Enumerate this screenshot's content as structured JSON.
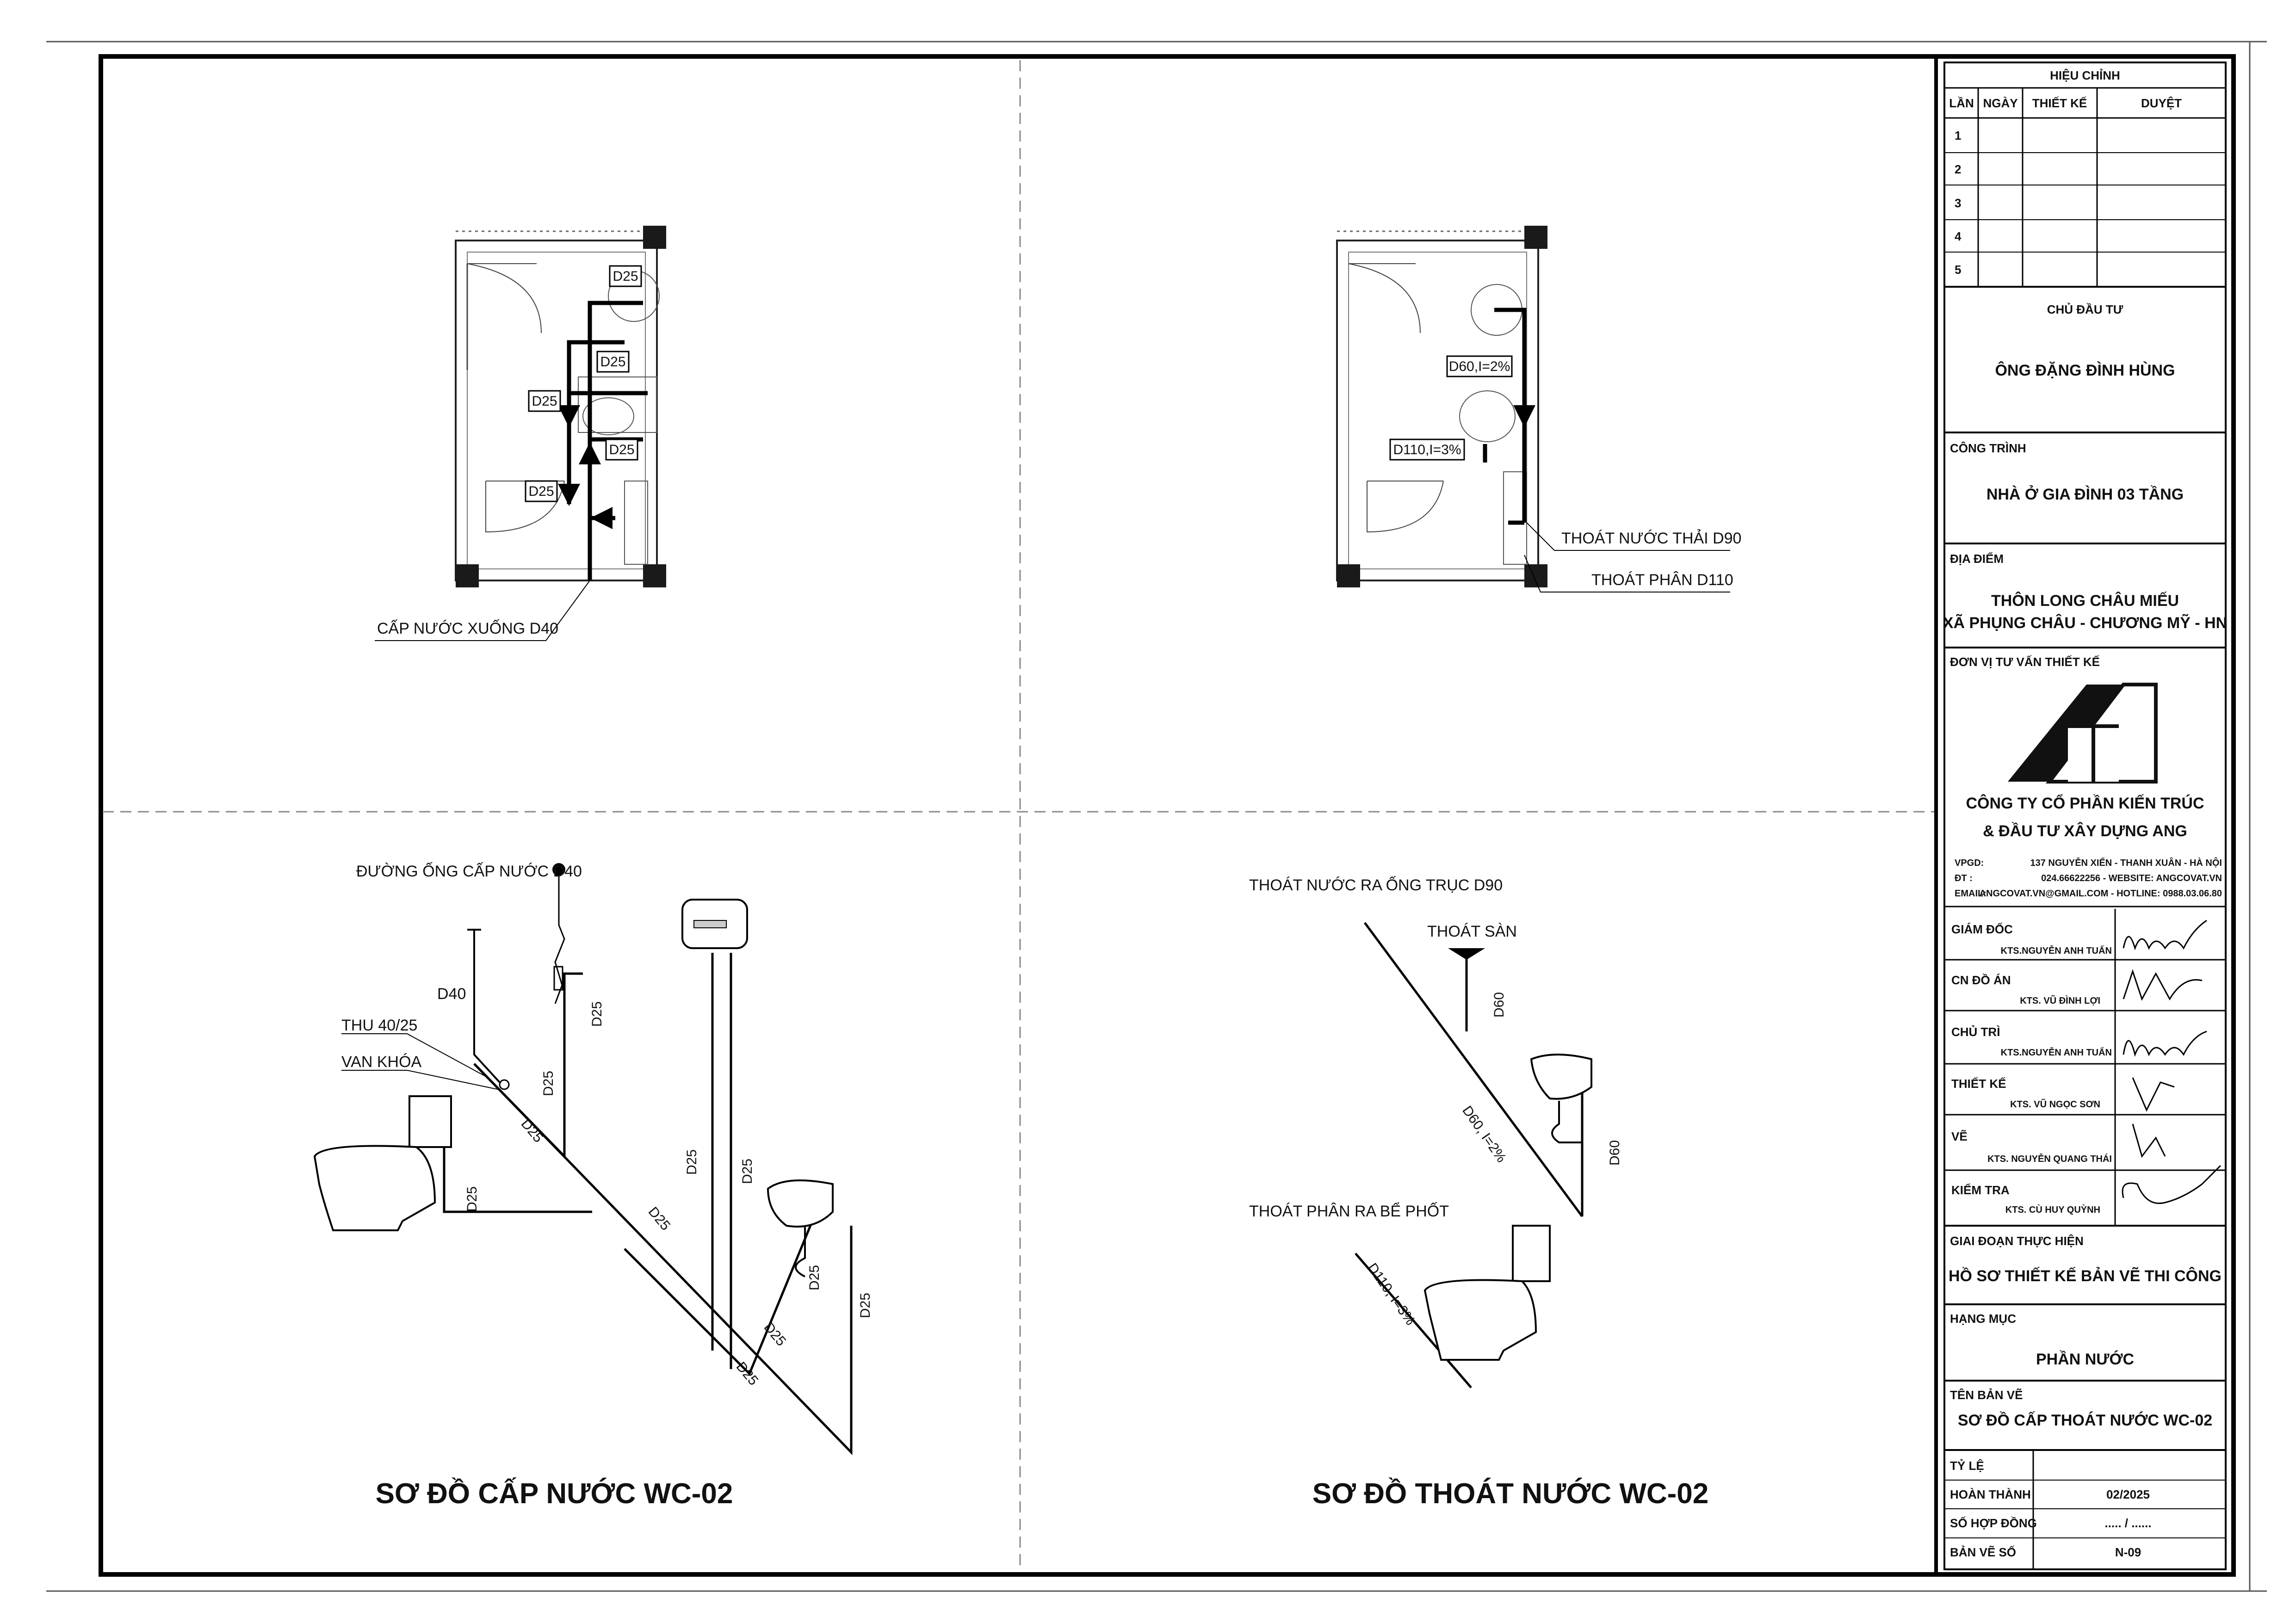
{
  "plan_supply": {
    "tags": [
      "D25",
      "D25",
      "D25",
      "D25"
    ],
    "callout": "CẤP NƯỚC XUỐNG D40"
  },
  "plan_drain": {
    "tags": [
      "D60,I=2%",
      "D110,I=3%"
    ],
    "callouts": [
      "THOÁT NƯỚC THẢI D90",
      "THOÁT PHÂN D110"
    ]
  },
  "iso_supply": {
    "labels": [
      "ĐƯỜNG ỐNG CẤP NƯỚC D40",
      "D40",
      "THU 40/25",
      "VAN KHÓA"
    ],
    "pipe_labels": [
      "D25",
      "D25",
      "D25",
      "D25",
      "D25",
      "D25",
      "D25",
      "D25",
      "D25",
      "D25",
      "D25"
    ],
    "title": "SƠ ĐỒ CẤP NƯỚC WC-02"
  },
  "iso_drain": {
    "labels": [
      "THOÁT NƯỚC RA ỐNG TRỤC D90",
      "THOÁT SÀN",
      "THOÁT PHÂN RA BỂ PHỐT"
    ],
    "pipe_labels": [
      "D60",
      "D60, I=2%",
      "D60",
      "D110, I=3%"
    ],
    "title": "SƠ ĐỒ THOÁT NƯỚC WC-02"
  },
  "title_block": {
    "revisions": {
      "heading": "HIỆU CHỈNH",
      "cols": [
        "LẦN",
        "NGÀY",
        "THIẾT KẾ",
        "DUYỆT"
      ],
      "rows": [
        "1",
        "2",
        "3",
        "4",
        "5"
      ]
    },
    "owner_label": "CHỦ ĐẦU TƯ",
    "owner": "ÔNG ĐẶNG ĐÌNH HÙNG",
    "project_label": "CÔNG TRÌNH",
    "project": "NHÀ Ở GIA ĐÌNH 03 TẦNG",
    "location_label": "ĐỊA ĐIỂM",
    "location_1": "THÔN LONG CHÂU MIẾU",
    "location_2": "XÃ PHỤNG CHÂU - CHƯƠNG MỸ - HN",
    "consultant_label": "ĐƠN VỊ TƯ VẤN THIẾT KẾ",
    "company_1": "CÔNG TY CỔ PHẦN KIẾN TRÚC",
    "company_2": "& ĐẦU  TƯ XÂY DỰNG ANG",
    "contact": [
      {
        "k": "VPGD:",
        "v": "137 NGUYỄN XIỂN - THANH XUÂN - HÀ NỘI"
      },
      {
        "k": "ĐT     :",
        "v": "024.66622256 - WEBSITE: ANGCOVAT.VN"
      },
      {
        "k": "EMAIL:",
        "v": "ANGCOVAT.VN@GMAIL.COM - HOTLINE: 0988.03.06.80"
      }
    ],
    "signers": [
      {
        "role": "GIÁM ĐỐC",
        "name": "KTS.NGUYỄN ANH TUẤN"
      },
      {
        "role": "CN ĐỒ ÁN",
        "name": "KTS. VŨ ĐÌNH LỢI"
      },
      {
        "role": "CHỦ TRÌ",
        "name": "KTS.NGUYỄN ANH TUẤN"
      },
      {
        "role": "THIẾT KẾ",
        "name": "KTS. VŨ NGỌC SƠN"
      },
      {
        "role": "VẼ",
        "name": "KTS. NGUYỄN QUANG THÁI"
      },
      {
        "role": "KIỂM TRA",
        "name": "KTS. CÙ HUY QUỲNH"
      }
    ],
    "stage_label": "GIAI ĐOẠN THỰC HIỆN",
    "stage": "HỒ SƠ THIẾT KẾ BẢN VẼ THI CÔNG",
    "category_label": "HẠNG MỤC",
    "category": "PHẦN NƯỚC",
    "drawing_label": "TÊN BẢN VẼ",
    "drawing_name": "SƠ ĐỒ CẤP THOÁT NƯỚC WC-02",
    "meta": [
      {
        "k": "TỶ LỆ",
        "v": ""
      },
      {
        "k": "HOÀN THÀNH",
        "v": "02/2025"
      },
      {
        "k": "SỐ HỢP ĐỒNG",
        "v": "..... / ......"
      },
      {
        "k": "BẢN VẼ SỐ",
        "v": "N-09"
      }
    ]
  }
}
